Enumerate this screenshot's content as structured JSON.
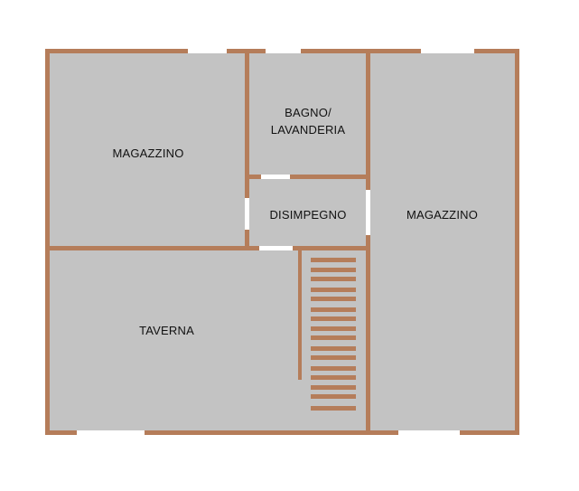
{
  "plan": {
    "colors": {
      "wall": "#b57d5a",
      "floor": "#c3c3c3",
      "opening": "#ffffff"
    },
    "rooms": [
      {
        "id": "magazzino-left",
        "label": "MAGAZZINO"
      },
      {
        "id": "bagno",
        "label_line1": "BAGNO/",
        "label_line2": "LAVANDERIA"
      },
      {
        "id": "disimpegno",
        "label": "DISIMPEGNO"
      },
      {
        "id": "magazzino-right",
        "label": "MAGAZZINO"
      },
      {
        "id": "taverna",
        "label": "TAVERNA"
      }
    ],
    "stairs": {
      "treads": 16
    }
  }
}
